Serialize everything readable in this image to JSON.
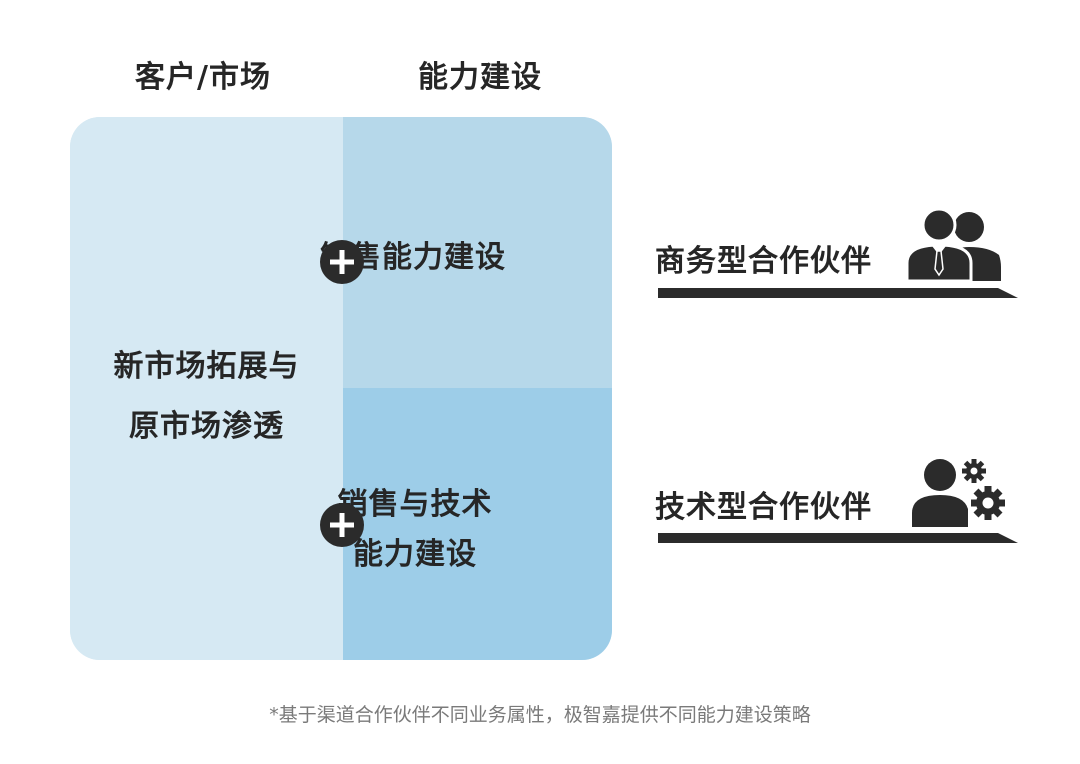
{
  "headers": {
    "left": "客户/市场",
    "right": "能力建设"
  },
  "matrix": {
    "left_cell": {
      "line1": "新市场拓展与",
      "line2": "原市场渗透"
    },
    "top_right_cell": {
      "text": "销售能力建设"
    },
    "bottom_right_cell": {
      "line1": "销售与技术",
      "line2": "能力建设"
    }
  },
  "partners": {
    "business": {
      "label": "商务型合作伙伴",
      "icon": "business-people-icon"
    },
    "technical": {
      "label": "技术型合作伙伴",
      "icon": "person-gears-icon"
    }
  },
  "icons": {
    "plus": "plus-circle-icon"
  },
  "footnote": "*基于渠道合作伙伴不同业务属性，极智嘉提供不同能力建设策略",
  "colors": {
    "left_cell": "#d6e9f3",
    "top_right_cell": "#b6d8ea",
    "bottom_right_cell": "#9dcde8",
    "dark": "#2b2b2b",
    "footnote": "#7a7a7a"
  }
}
